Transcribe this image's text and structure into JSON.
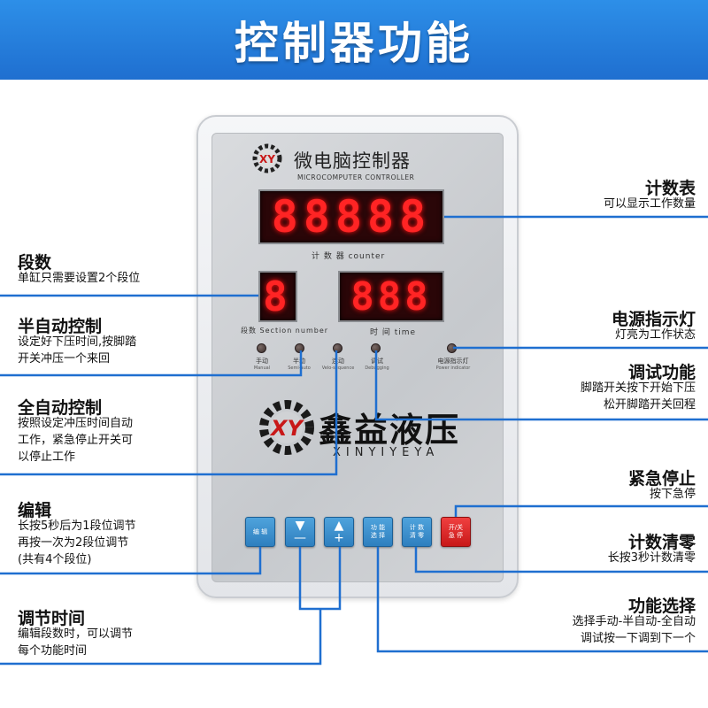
{
  "header": {
    "title": "控制器功能"
  },
  "device": {
    "brand_cn": "微电脑控制器",
    "brand_en": "MICROCOMPUTER CONTROLLER",
    "counter_display": "88888",
    "counter_caption": "计 数 器  counter",
    "section_display": "8",
    "section_caption": "段数 Section number",
    "time_display": "888",
    "time_caption": "时 间  time",
    "leds": [
      {
        "cn": "手动",
        "en": "Manual"
      },
      {
        "cn": "半动",
        "en": "Semi-auto"
      },
      {
        "cn": "连动",
        "en": "Velo-sequence"
      },
      {
        "cn": "调试",
        "en": "Debugging"
      },
      {
        "cn": "电源指示灯",
        "en": "Power indicator"
      }
    ],
    "logo_text": "XY",
    "company_cn": "鑫益液压",
    "company_en": "XINYIYEYA",
    "buttons": [
      {
        "line1": "编 辑",
        "line2": ""
      },
      {
        "line1": "▼",
        "line2": "—"
      },
      {
        "line1": "▲",
        "line2": "+"
      },
      {
        "line1": "功 能",
        "line2": "选 择"
      },
      {
        "line1": "计 数",
        "line2": "清 零"
      },
      {
        "line1": "开/关",
        "line2": "急 停"
      }
    ]
  },
  "annotations": {
    "counter": {
      "title": "计数表",
      "text": "可以显示工作数量"
    },
    "power_led": {
      "title": "电源指示灯",
      "text": "灯亮为工作状态"
    },
    "debug": {
      "title": "调试功能",
      "lines": [
        "脚踏开关按下开始下压",
        "松开脚踏开关回程"
      ]
    },
    "estop": {
      "title": "紧急停止",
      "text": "按下急停"
    },
    "count_reset": {
      "title": "计数清零",
      "text": "长按3秒计数清零"
    },
    "function_select": {
      "title": "功能选择",
      "lines": [
        "选择手动-半自动-全自动",
        "调试按一下调到下一个"
      ]
    },
    "section": {
      "title": "段数",
      "text": "单缸只需要设置2个段位"
    },
    "semi_auto": {
      "title": "半自动控制",
      "lines": [
        "设定好下压时间,按脚踏",
        "开关冲压一个来回"
      ]
    },
    "full_auto": {
      "title": "全自动控制",
      "lines": [
        "按照设定冲压时间自动",
        "工作，紧急停止开关可",
        "以停止工作"
      ]
    },
    "edit": {
      "title": "编辑",
      "lines": [
        "长按5秒后为1段位调节",
        "再按一次为2段位调节",
        "(共有4个段位)"
      ]
    },
    "adjust_time": {
      "title": "调节时间",
      "lines": [
        "编辑段数时，可以调节",
        "每个功能时间"
      ]
    }
  },
  "colors": {
    "accent_blue": "#1f6fd0",
    "led_red": "#ff2424",
    "button_blue": "#2e7fbf",
    "button_red": "#c81818"
  }
}
